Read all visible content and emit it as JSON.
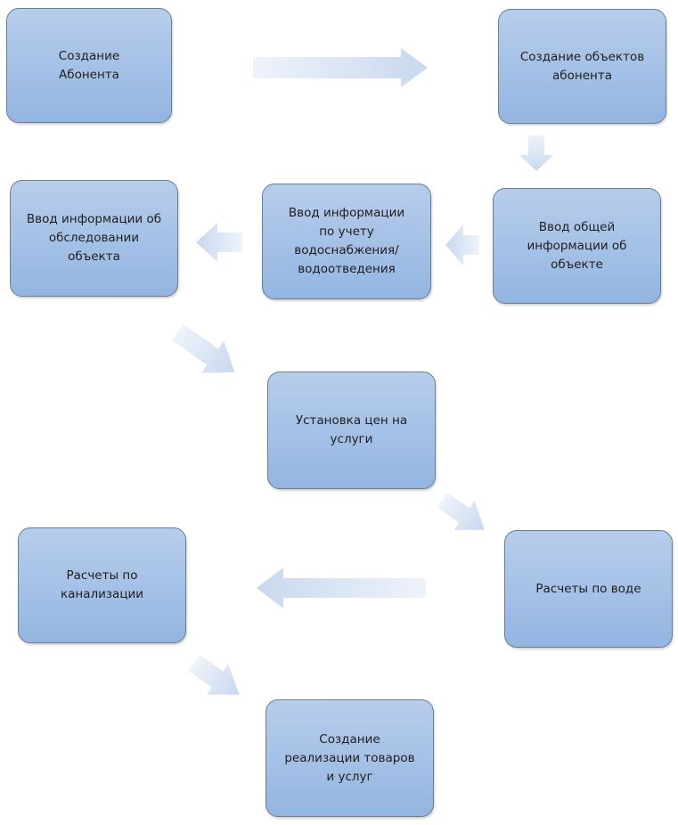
{
  "diagram": {
    "type": "flowchart",
    "nodes": [
      {
        "id": "n1",
        "label": "Создание\nАбонента"
      },
      {
        "id": "n2",
        "label": "Создание  объектов\nабонента"
      },
      {
        "id": "n3",
        "label": "Ввод общей\nинформации об\nобъекте"
      },
      {
        "id": "n4",
        "label": "Ввод информации\nпо учету\nводоснабжения/\nводоотведения"
      },
      {
        "id": "n5",
        "label": "Ввод информации об\nобследовании\nобъекта"
      },
      {
        "id": "n6",
        "label": "Установка  цен на\nуслуги"
      },
      {
        "id": "n7",
        "label": "Расчеты по воде"
      },
      {
        "id": "n8",
        "label": "Расчеты по\nканализации"
      },
      {
        "id": "n9",
        "label": "Создание\nреализации товаров\nи услуг"
      }
    ],
    "edges": [
      {
        "from": "n1",
        "to": "n2",
        "direction": "right"
      },
      {
        "from": "n2",
        "to": "n3",
        "direction": "down"
      },
      {
        "from": "n3",
        "to": "n4",
        "direction": "left"
      },
      {
        "from": "n4",
        "to": "n5",
        "direction": "left"
      },
      {
        "from": "n5",
        "to": "n6",
        "direction": "down-right"
      },
      {
        "from": "n6",
        "to": "n7",
        "direction": "down-right"
      },
      {
        "from": "n7",
        "to": "n8",
        "direction": "left"
      },
      {
        "from": "n8",
        "to": "n9",
        "direction": "down-right"
      }
    ],
    "colors": {
      "node_fill_top": "#b7cdeb",
      "node_fill_bottom": "#93b5e1",
      "node_border": "#6b7d93",
      "arrow_fill_light": "#eef3fa",
      "arrow_fill_dark": "#c9d8ee",
      "text": "#1e1e1e"
    }
  }
}
